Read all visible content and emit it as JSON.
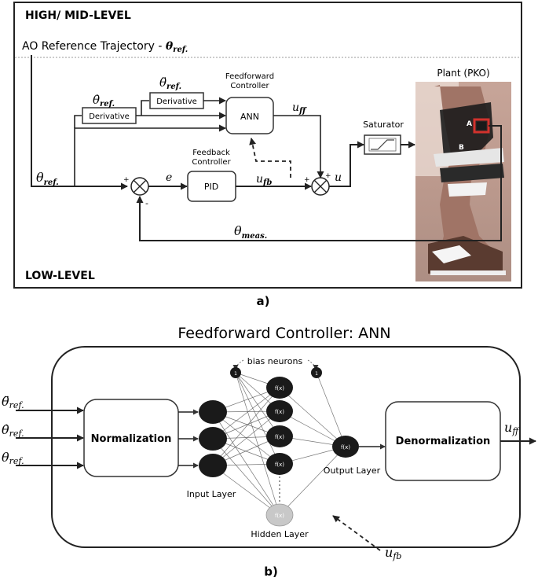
{
  "panel_a": {
    "top_label": "HIGH/ MID-LEVEL",
    "bottom_label": "LOW-LEVEL",
    "trajectory_label": "AO Reference Trajectory - ",
    "trajectory_symbol": "θ",
    "trajectory_symbol_sub": "ref.",
    "theta_ref_sym": "θ",
    "theta_ref_sub": "ref.",
    "thetadot_sym": "θ̇",
    "thetadot_sub": "ref.",
    "thetaddot_sym": "θ̈",
    "thetaddot_sub": "ref.",
    "derivative_1": "Derivative",
    "derivative_2": "Derivative",
    "ff_title_1": "Feedforward",
    "ff_title_2": "Controller",
    "ann_label": "ANN",
    "fb_title_1": "Feedback",
    "fb_title_2": "Controller",
    "pid_label": "PID",
    "uff_main": "u",
    "uff_sub": "ff",
    "ufb_main": "u",
    "ufb_sub": "fb",
    "e_label": "e",
    "u_label": "u",
    "saturator_label": "Saturator",
    "plant_label": "Plant (PKO)",
    "plant_A": "A",
    "plant_B": "B",
    "theta_meas_sym": "θ",
    "theta_meas_sub": "meas.",
    "plus_1": "+",
    "minus_1": "-",
    "plus_2": "+",
    "plus_3": "+",
    "caption": "a)"
  },
  "panel_b": {
    "title": "Feedforward Controller: ANN",
    "in_1_sym": "θ̈",
    "in_1_sub": "ref.",
    "in_2_sym": "θ̇",
    "in_2_sub": "ref.",
    "in_3_sym": "θ",
    "in_3_sub": "ref.",
    "normalization": "Normalization",
    "denormalization": "Denormalization",
    "bias_label": "bias neurons",
    "bias_1": "1",
    "bias_2": "1",
    "neuron_fx": "f(x)",
    "input_layer": "Input Layer",
    "hidden_layer": "Hidden Layer",
    "output_layer": "Output Layer",
    "out_main": "u",
    "out_sub": "ff",
    "fb_main": "u",
    "fb_sub": "fb",
    "caption": "b)"
  },
  "colors": {
    "plant_red": "#d2322d",
    "neuron_dark": "#1a1a1a",
    "neuron_grey": "#c8c8c8"
  }
}
